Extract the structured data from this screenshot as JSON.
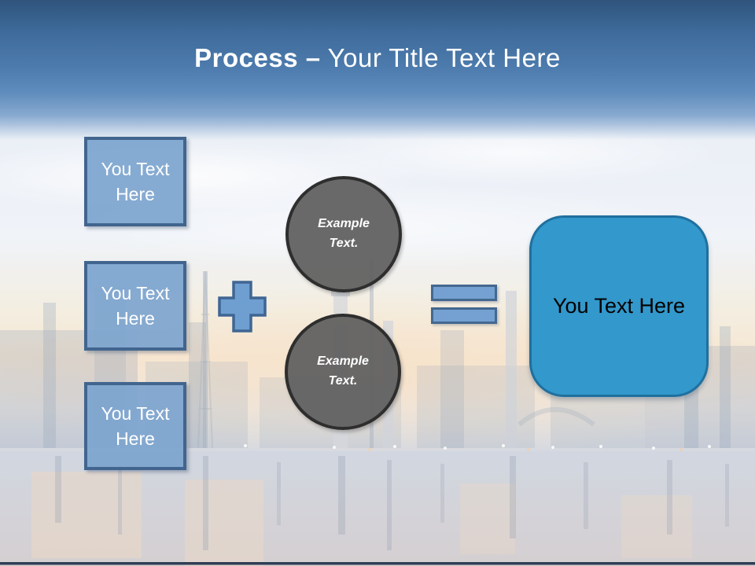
{
  "title": {
    "bold": "Process –",
    "rest": " Your Title Text Here"
  },
  "left_boxes": [
    {
      "label": "You Text Here"
    },
    {
      "label": "You Text Here"
    },
    {
      "label": "You Text Here"
    }
  ],
  "circles": [
    {
      "label": "Example Text."
    },
    {
      "label": "Example Text."
    }
  ],
  "operators": {
    "plus": "plus-icon",
    "equals": "equals-icon"
  },
  "result_box": {
    "label": "You Text Here"
  },
  "colors": {
    "header_top": "#30547c",
    "header_mid": "#4d7bad",
    "title_text": "#ffffff",
    "box_fill": "#7da5cf",
    "box_border": "#41658e",
    "circle_fill": "#616161",
    "circle_border": "#2e2e2e",
    "operator_fill": "#74a1d2",
    "operator_border": "#44688f",
    "result_fill": "#3398cb",
    "result_border": "#1f709f",
    "result_text": "#000000"
  }
}
